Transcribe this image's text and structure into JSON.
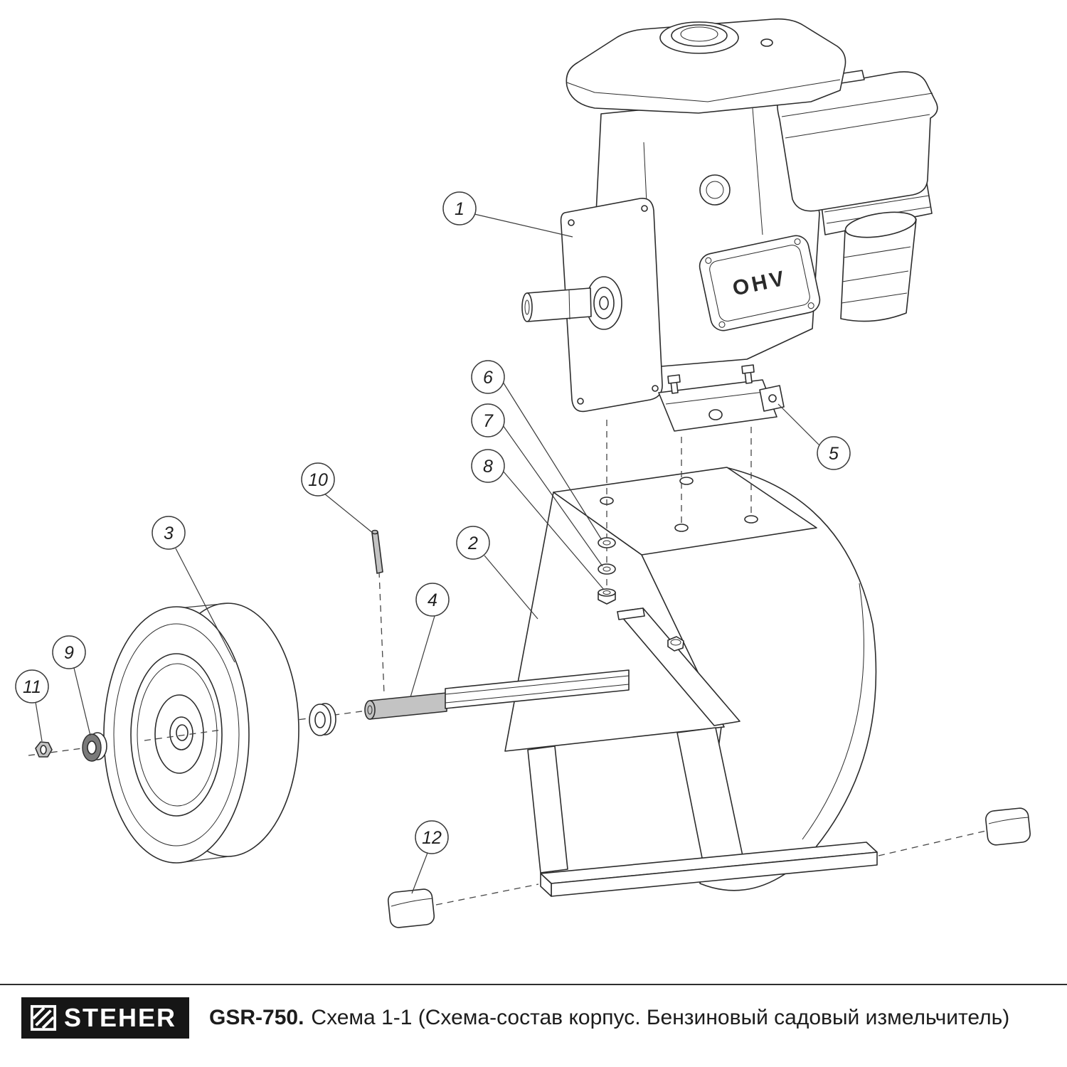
{
  "callouts": [
    {
      "num": "1"
    },
    {
      "num": "2"
    },
    {
      "num": "3"
    },
    {
      "num": "4"
    },
    {
      "num": "5"
    },
    {
      "num": "6"
    },
    {
      "num": "7"
    },
    {
      "num": "8"
    },
    {
      "num": "9"
    },
    {
      "num": "10"
    },
    {
      "num": "11"
    },
    {
      "num": "12"
    }
  ],
  "engine": {
    "cover_label": "OHV"
  },
  "footer": {
    "brand": "STEHER",
    "model": "GSR-750.",
    "caption": "Схема 1-1 (Схема-состав корпус. Бензиновый садовый измельчитель)"
  }
}
